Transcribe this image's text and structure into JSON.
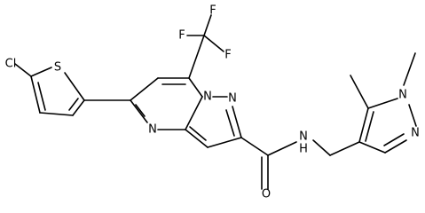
{
  "molecule": {
    "atom_labels": {
      "chlorine": "Cl",
      "thiophene_sulfur": "S",
      "fluorine_top": "F",
      "fluorine_left": "F",
      "fluorine_right": "F",
      "pyrimidine_n": "N",
      "bridge_n": "N",
      "pyrazole_n": "N",
      "carbonyl_o": "O",
      "amide_n": "N",
      "amide_h": "H",
      "methylpyrazole_n1": "N",
      "methylpyrazole_n2": "N"
    }
  }
}
